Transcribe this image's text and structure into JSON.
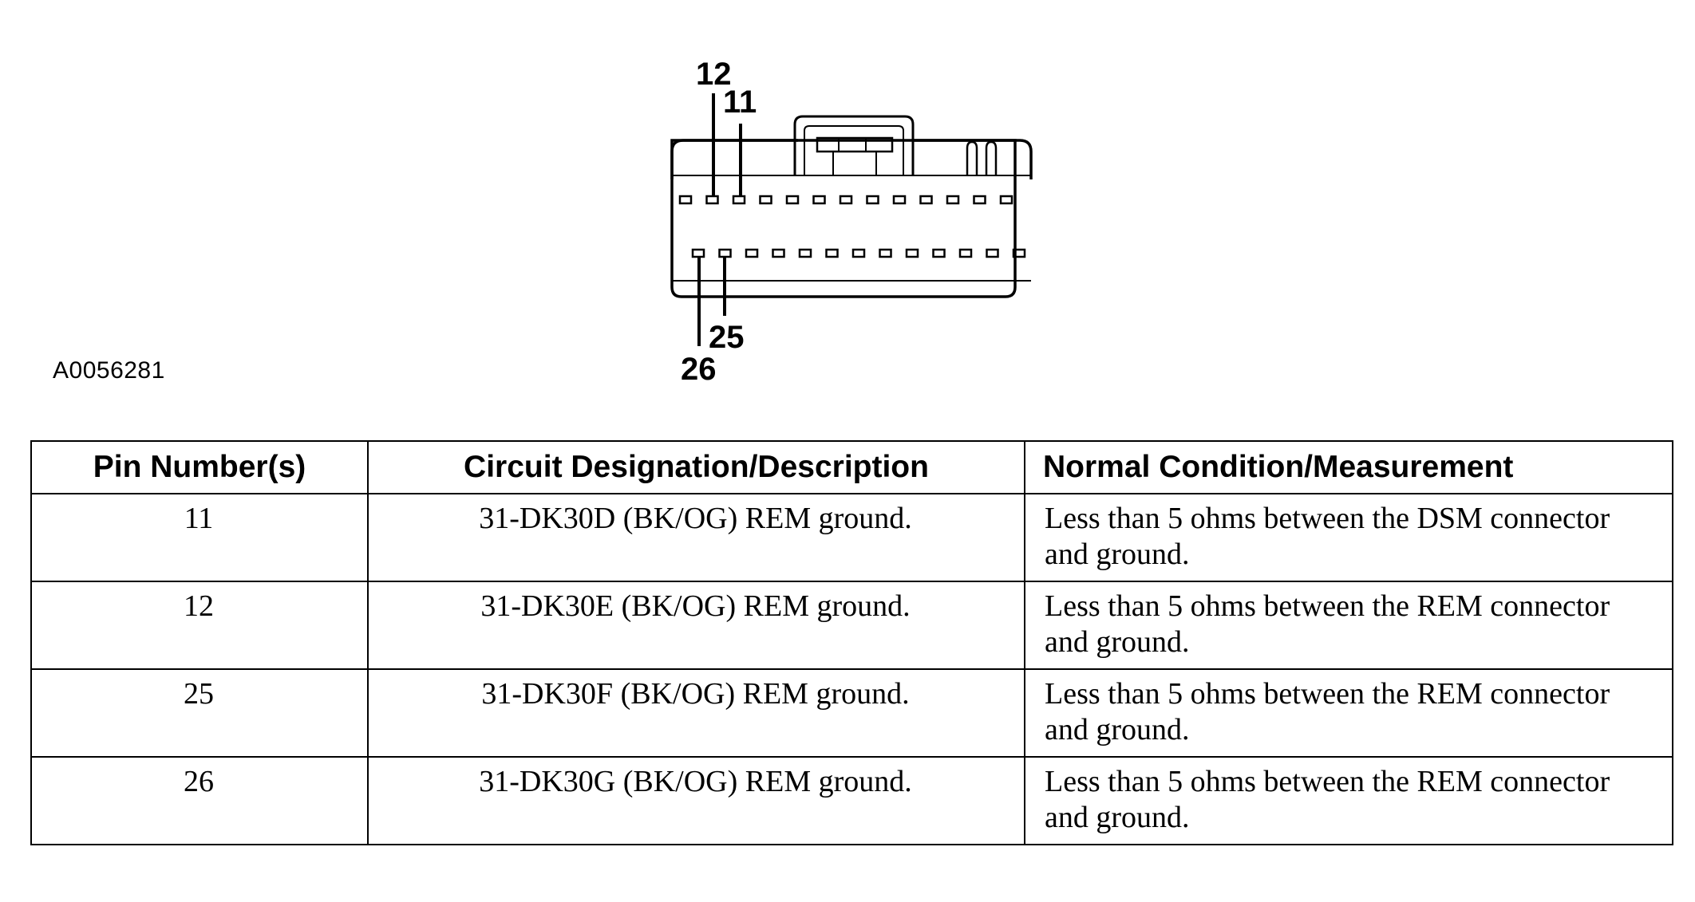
{
  "figure_id": "A0056281",
  "connector": {
    "callouts": [
      {
        "label": "12"
      },
      {
        "label": "11"
      },
      {
        "label": "25"
      },
      {
        "label": "26"
      }
    ],
    "top_row_pins": 13,
    "bottom_row_pins": 13
  },
  "table": {
    "headers": {
      "pin": "Pin Number(s)",
      "circuit": "Circuit Designation/Description",
      "condition": "Normal Condition/Measurement"
    },
    "rows": [
      {
        "pin": "11",
        "circuit": "31-DK30D (BK/OG) REM ground.",
        "condition": "Less than 5 ohms between the DSM connector and ground."
      },
      {
        "pin": "12",
        "circuit": "31-DK30E (BK/OG) REM ground.",
        "condition": "Less than 5 ohms between the REM connector and ground."
      },
      {
        "pin": "25",
        "circuit": "31-DK30F (BK/OG) REM ground.",
        "condition": "Less than 5 ohms between the REM connector and ground."
      },
      {
        "pin": "26",
        "circuit": "31-DK30G (BK/OG) REM ground.",
        "condition": "Less than 5 ohms between the REM connector and ground."
      }
    ]
  }
}
